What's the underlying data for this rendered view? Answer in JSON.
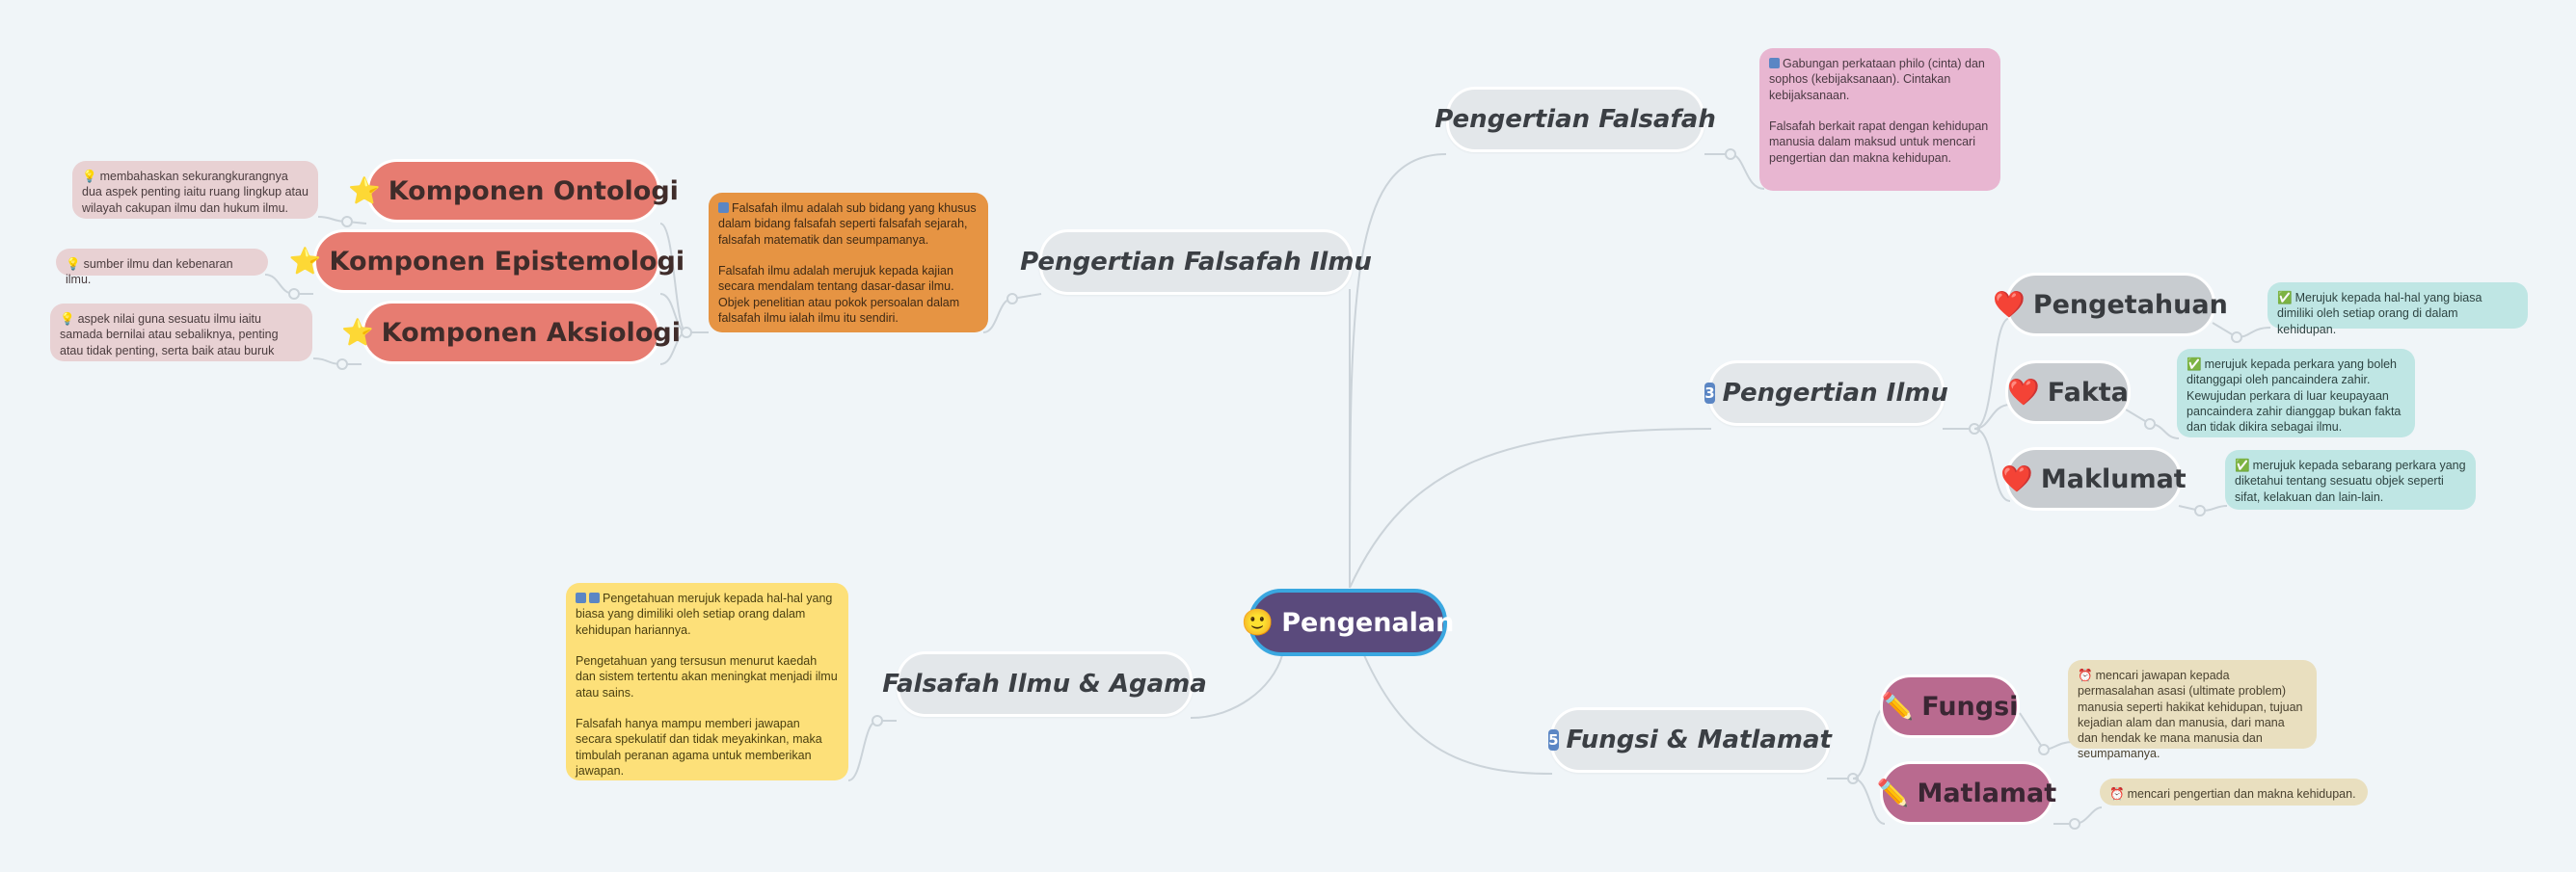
{
  "central": {
    "icon": "smiley-icon",
    "label": "Pengenalan"
  },
  "branches": {
    "falsafah": {
      "label": "Pengertian Falsafah"
    },
    "falsafah_ilmu": {
      "label": "Pengertian Falsafah Ilmu"
    },
    "ilmu": {
      "badge": "3",
      "label": "Pengertian Ilmu"
    },
    "agama": {
      "label": "Falsafah Ilmu & Agama"
    },
    "fungsi_matlamat": {
      "badge": "5",
      "label": "Fungsi & Matlamat"
    }
  },
  "komponen": {
    "ontologi": "Komponen Ontologi",
    "epistemologi": "Komponen Epistemologi",
    "aksiologi": "Komponen Aksiologi"
  },
  "ilmu_items": {
    "pengetahuan": "Pengetahuan",
    "fakta": "Fakta",
    "maklumat": "Maklumat"
  },
  "fm_items": {
    "fungsi": "Fungsi",
    "matlamat": "Matlamat"
  },
  "notes": {
    "falsafah": "Gabungan perkataan philo (cinta) dan sophos (kebijaksanaan). Cintakan kebijaksanaan.\n\nFalsafah  berkait rapat dengan kehidupan manusia dalam maksud untuk mencari pengertian dan makna kehidupan.",
    "falsafah_ilmu": "Falsafah ilmu adalah sub bidang yang khusus dalam bidang falsafah seperti falsafah sejarah, falsafah matematik dan seumpamanya.\n\nFalsafah ilmu adalah merujuk kepada kajian secara mendalam tentang dasar-dasar ilmu. Objek penelitian atau pokok persoalan dalam falsafah ilmu ialah ilmu itu sendiri.",
    "ontologi": "membahaskan sekurangkurangnya dua aspek penting iaitu ruang lingkup atau wilayah cakupan ilmu dan hukum ilmu.",
    "epistemologi": "sumber ilmu dan kebenaran ilmu.",
    "aksiologi": "aspek nilai guna sesuatu ilmu iaitu samada bernilai atau sebaliknya, penting atau tidak penting, serta baik atau buruk",
    "pengetahuan": "Merujuk kepada hal-hal yang biasa dimiliki oleh setiap orang di dalam kehidupan.",
    "fakta": "merujuk kepada perkara yang boleh ditanggapi oleh pancaindera zahir. Kewujudan perkara di luar keupayaan pancaindera zahir dianggap bukan fakta dan tidak dikira sebagai ilmu.",
    "maklumat": "merujuk kepada sebarang perkara yang diketahui tentang sesuatu objek seperti sifat, kelakuan dan lain-lain.",
    "agama": "Pengetahuan merujuk kepada hal-hal yang biasa yang dimiliki oleh setiap orang dalam kehidupan hariannya.\n\nPengetahuan yang tersusun menurut kaedah dan sistem tertentu akan meningkat menjadi ilmu atau sains.\n\nFalsafah hanya mampu memberi jawapan secara spekulatif dan tidak meyakinkan, maka timbulah peranan agama untuk memberikan jawapan.",
    "fungsi": "mencari jawapan kepada permasalahan asasi (ultimate problem) manusia seperti hakikat kehidupan, tujuan kejadian alam dan manusia, dari mana dan hendak ke mana manusia dan seumpamanya.",
    "matlamat": "mencari pengertian dan makna kehidupan."
  },
  "icons": {
    "komponen": "star-icon",
    "ilmu_items": "heart-icon",
    "fm_items": "pencil-icon",
    "note_komponen": "bulb-icon",
    "note_ilmu": "check-icon",
    "note_fm": "alarm-clock-icon"
  },
  "colors": {
    "background": "#f0f5f8",
    "central": "#5a4a7c",
    "central_border": "#3aa7e0",
    "komponen": "#e77c71",
    "ilmu_items": "#c8ccd0",
    "fm_items": "#b96a8f",
    "connector": "#cbd3d9"
  }
}
